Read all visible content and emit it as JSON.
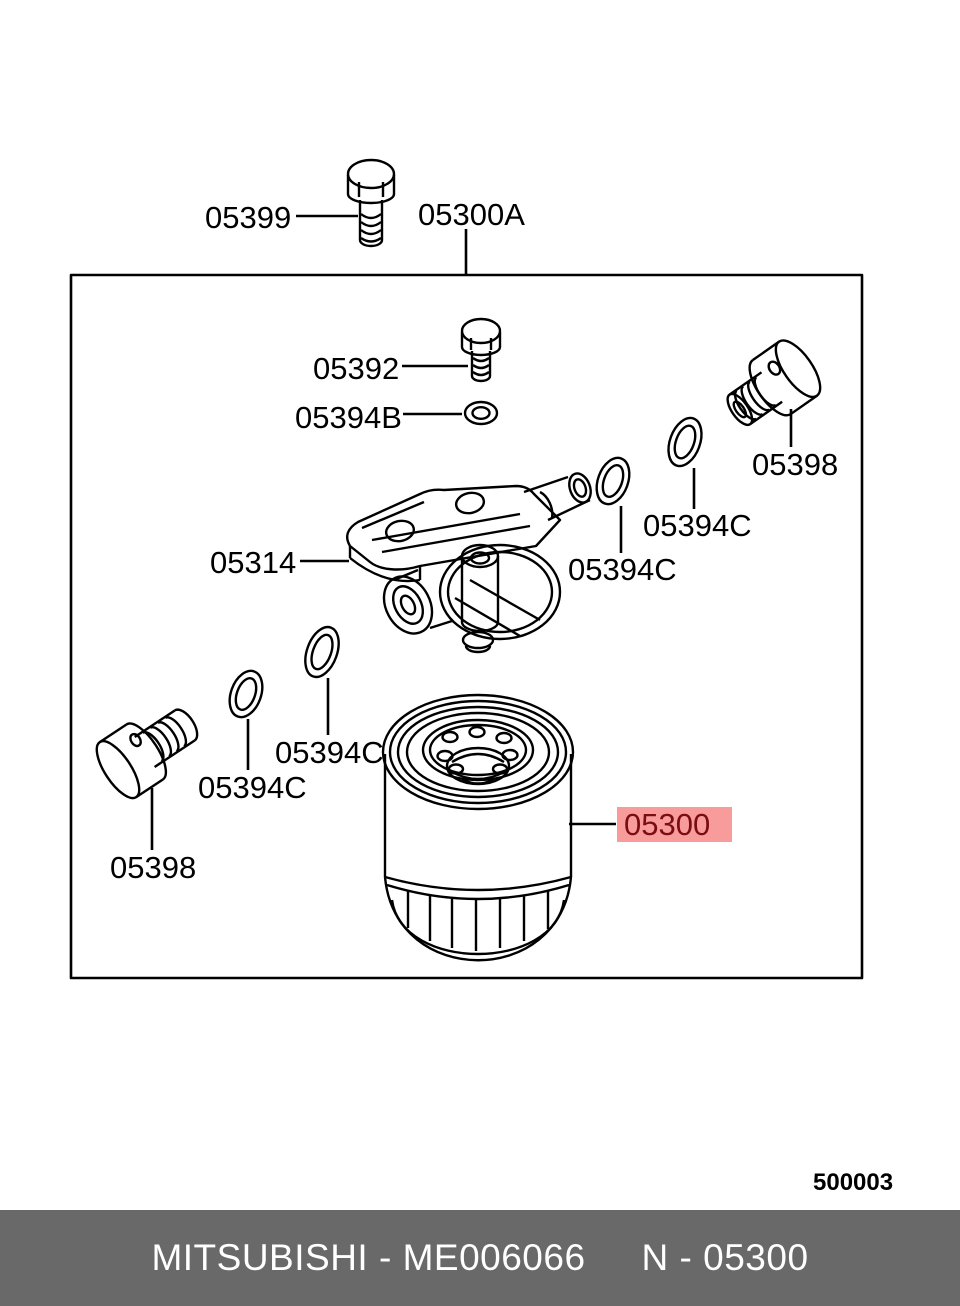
{
  "diagram": {
    "labels": {
      "l05399": "05399",
      "l05300a": "05300A",
      "l05392": "05392",
      "l05394b": "05394B",
      "l05398_top": "05398",
      "l05394c_1": "05394C",
      "l05394c_2": "05394C",
      "l05314": "05314",
      "l05394c_3": "05394C",
      "l05394c_4": "05394C",
      "l05398_bottom": "05398",
      "l05300_highlight": "05300",
      "sheet_code": "500003"
    },
    "highlighted_part": "05300"
  },
  "footer": {
    "catalog_ref": "MITSUBISHI - ME006066",
    "part_ref": "N - 05300"
  },
  "colors": {
    "highlight_bg": "#F89B9B",
    "highlight_text": "#7B0D12",
    "footer_bg": "#696969",
    "line": "#000000"
  }
}
